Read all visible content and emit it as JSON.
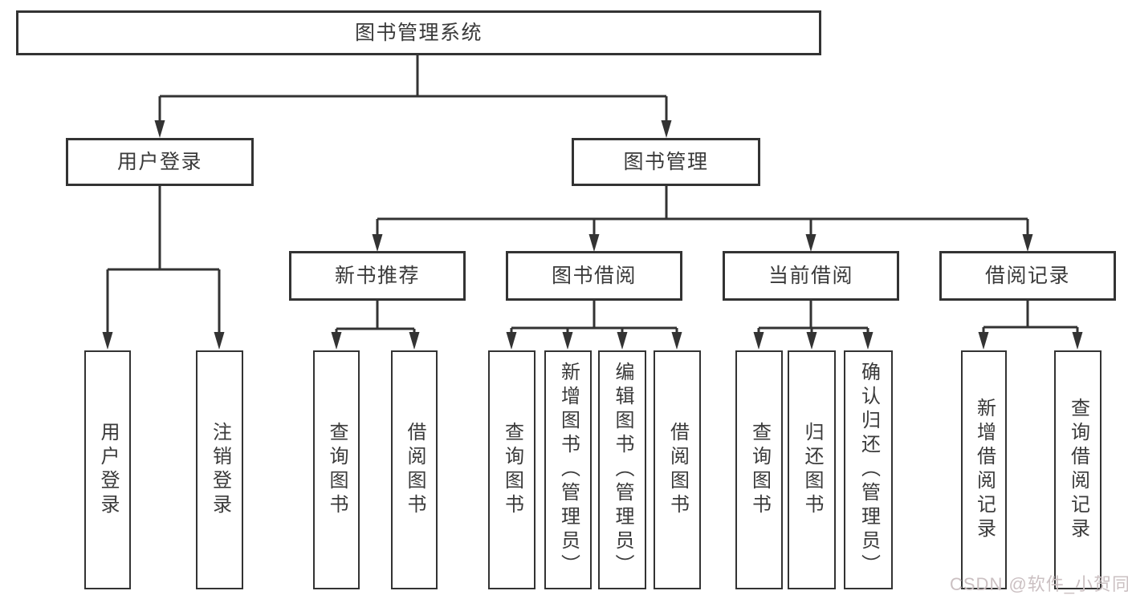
{
  "tree": {
    "root": {
      "label": "图书管理系统"
    },
    "branches": [
      {
        "label": "用户登录",
        "children": [
          {
            "label": "用户登录"
          },
          {
            "label": "注销登录"
          }
        ]
      },
      {
        "label": "图书管理",
        "children": [
          {
            "label": "新书推荐",
            "children": [
              {
                "label": "查询图书"
              },
              {
                "label": "借阅图书"
              }
            ]
          },
          {
            "label": "图书借阅",
            "children": [
              {
                "label": "查询图书"
              },
              {
                "label": "新增图书（管理员）"
              },
              {
                "label": "编辑图书（管理员）"
              },
              {
                "label": "借阅图书"
              }
            ]
          },
          {
            "label": "当前借阅",
            "children": [
              {
                "label": "查询图书"
              },
              {
                "label": "归还图书"
              },
              {
                "label": "确认归还（管理员）"
              }
            ]
          },
          {
            "label": "借阅记录",
            "children": [
              {
                "label": "新增借阅记录"
              },
              {
                "label": "查询借阅记录"
              }
            ]
          }
        ]
      }
    ]
  },
  "watermark": {
    "text": "CSDN @软件_小贺同学"
  },
  "colors": {
    "line": "#333333",
    "text": "#3a3a3a",
    "background": "#ffffff",
    "watermark": "#cbc0c2"
  }
}
